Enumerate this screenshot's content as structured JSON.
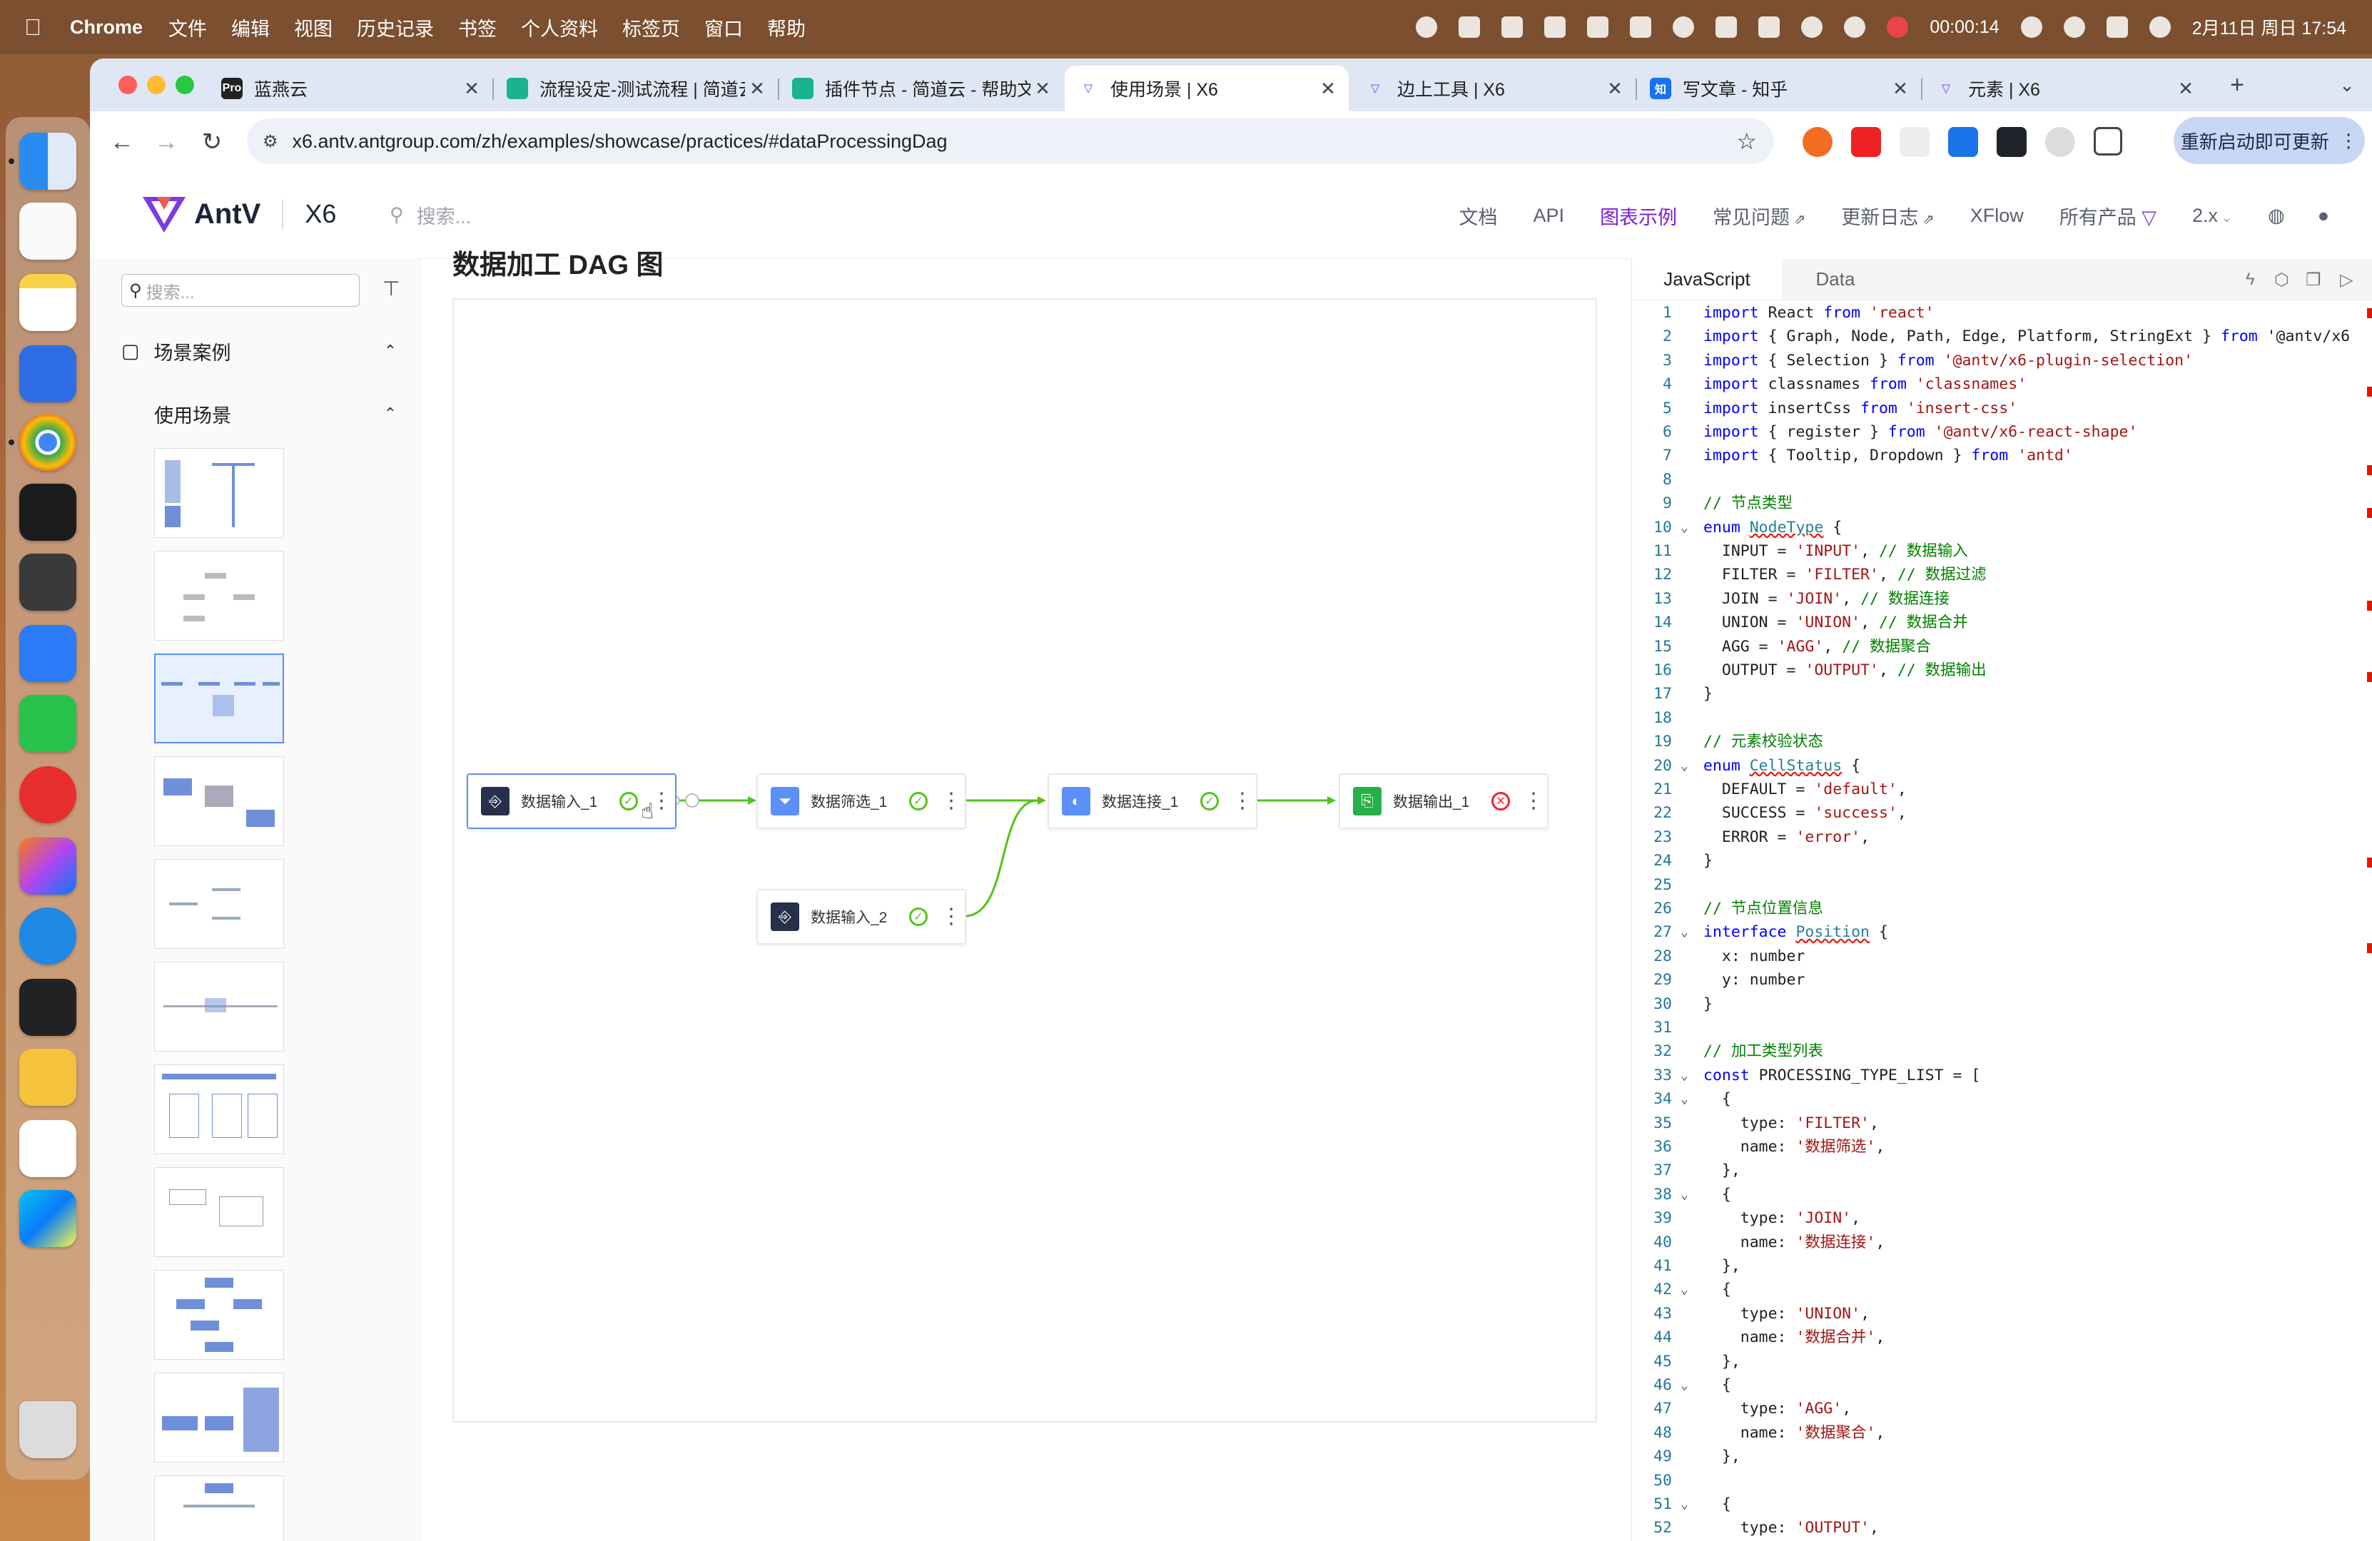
{
  "menubar": {
    "app_name": "Chrome",
    "items": [
      "文件",
      "编辑",
      "视图",
      "历史记录",
      "书签",
      "个人资料",
      "标签页",
      "窗口",
      "帮助"
    ],
    "timer": "00:00:14",
    "datetime": "2月11日 周日  17:54"
  },
  "tabs": [
    {
      "title": "蓝燕云",
      "favicon": "Pro",
      "color": "#222222"
    },
    {
      "title": "流程设定-测试流程 | 简道云",
      "favicon": "",
      "color": "#19b38f"
    },
    {
      "title": "插件节点 - 简道云 - 帮助文",
      "favicon": "",
      "color": "#19b38f"
    },
    {
      "title": "使用场景 | X6",
      "favicon": "",
      "color": "#7a3be0"
    },
    {
      "title": "边上工具 | X6",
      "favicon": "",
      "color": "#7a3be0"
    },
    {
      "title": "写文章 - 知乎",
      "favicon": "知",
      "color": "#1772f6"
    },
    {
      "title": "元素 | X6",
      "favicon": "",
      "color": "#7a3be0"
    }
  ],
  "address_bar": {
    "url": "x6.antv.antgroup.com/zh/examples/showcase/practices/#dataProcessingDag"
  },
  "update_button": "重新启动即可更新",
  "site": {
    "logo": "AntV",
    "product": "X6",
    "search_placeholder": "搜索...",
    "nav": [
      "文档",
      "API",
      "图表示例",
      "常见问题",
      "更新日志",
      "XFlow",
      "所有产品",
      "2.x"
    ]
  },
  "sidebar": {
    "search_placeholder": "搜索...",
    "section": "场景案例",
    "subsection": "使用场景"
  },
  "main": {
    "title": "数据加工 DAG 图"
  },
  "dag": {
    "nodes": [
      {
        "label": "数据输入_1",
        "status": "success",
        "icon": "input-icon",
        "color": "#26304a"
      },
      {
        "label": "数据筛选_1",
        "status": "success",
        "icon": "filter-icon",
        "color": "#5b8ff9"
      },
      {
        "label": "数据连接_1",
        "status": "success",
        "icon": "join-icon",
        "color": "#5b8ff9"
      },
      {
        "label": "数据输出_1",
        "status": "error",
        "icon": "output-icon",
        "color": "#27b047"
      },
      {
        "label": "数据输入_2",
        "status": "success",
        "icon": "input-icon",
        "color": "#26304a"
      }
    ],
    "edge_color": "#52c41a"
  },
  "code": {
    "tabs": [
      "JavaScript",
      "Data"
    ],
    "lines": [
      "import React from 'react'",
      "import { Graph, Node, Path, Edge, Platform, StringExt } from '@antv/x6",
      "import { Selection } from '@antv/x6-plugin-selection'",
      "import classnames from 'classnames'",
      "import insertCss from 'insert-css'",
      "import { register } from '@antv/x6-react-shape'",
      "import { Tooltip, Dropdown } from 'antd'",
      "",
      "// 节点类型",
      "enum NodeType {",
      "  INPUT = 'INPUT', // 数据输入",
      "  FILTER = 'FILTER', // 数据过滤",
      "  JOIN = 'JOIN', // 数据连接",
      "  UNION = 'UNION', // 数据合并",
      "  AGG = 'AGG', // 数据聚合",
      "  OUTPUT = 'OUTPUT', // 数据输出",
      "}",
      "",
      "// 元素校验状态",
      "enum CellStatus {",
      "  DEFAULT = 'default',",
      "  SUCCESS = 'success',",
      "  ERROR = 'error',",
      "}",
      "",
      "// 节点位置信息",
      "interface Position {",
      "  x: number",
      "  y: number",
      "}",
      "",
      "// 加工类型列表",
      "const PROCESSING_TYPE_LIST = [",
      "  {",
      "    type: 'FILTER',",
      "    name: '数据筛选',",
      "  },",
      "  {",
      "    type: 'JOIN',",
      "    name: '数据连接',",
      "  },",
      "  {",
      "    type: 'UNION',",
      "    name: '数据合并',",
      "  },",
      "  {",
      "    type: 'AGG',",
      "    name: '数据聚合',",
      "  },",
      "",
      "  {",
      "    type: 'OUTPUT',"
    ],
    "fold_lines": [
      10,
      20,
      27,
      33,
      34,
      38,
      42,
      46,
      51
    ]
  }
}
